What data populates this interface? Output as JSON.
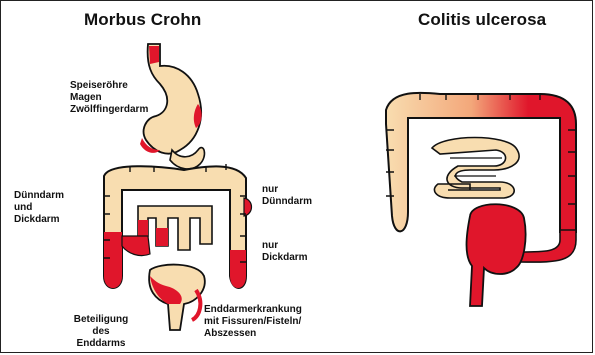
{
  "titles": {
    "left": "Morbus Crohn",
    "right": "Colitis ulcerosa"
  },
  "labels": {
    "upper_gi": [
      "Speiseröhre",
      "Magen",
      "Zwölffingerdarm"
    ],
    "small_and_large": [
      "Dünndarm",
      "und",
      "Dickdarm"
    ],
    "only_small": [
      "nur",
      "Dünndarm"
    ],
    "only_large": [
      "nur",
      "Dickdarm"
    ],
    "rectum_involvement": [
      "Beteiligung",
      "des",
      "Enddarms"
    ],
    "rectal_disease": [
      "Enddarmerkrankung",
      "mit Fissuren/Fisteln/",
      "Abszessen"
    ]
  },
  "colors": {
    "tissue": "#f8ddb0",
    "inflamed": "#e0162b",
    "outline": "#111111",
    "gradient_mid": "#ef7a55"
  }
}
